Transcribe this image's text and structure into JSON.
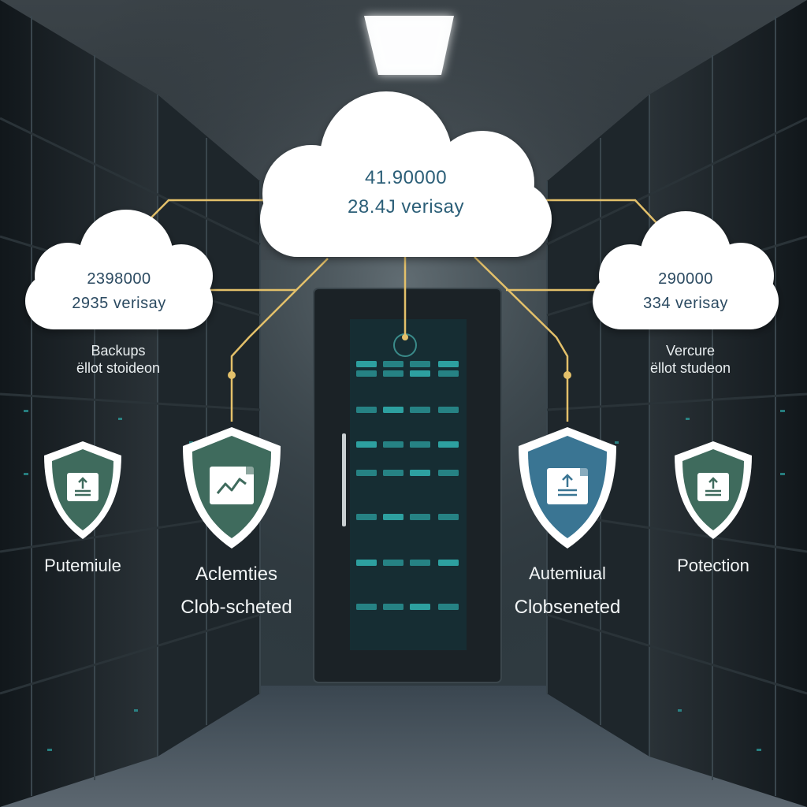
{
  "clouds": {
    "center": {
      "line1": "41.90000",
      "line2": "28.4J verisay"
    },
    "left": {
      "line1": "2398000",
      "line2": "2935 verisay"
    },
    "right": {
      "line1": "290000",
      "line2": "334 verisay"
    }
  },
  "side_captions": {
    "left": {
      "line1": "Backups",
      "line2": "ëllot stoideon"
    },
    "right": {
      "line1": "Vercure",
      "line2": "ëllot studeon"
    }
  },
  "shields": [
    {
      "label": "Putemiule",
      "icon": "upload-tray-icon",
      "color": "#3f6b5d"
    },
    {
      "label_line1": "Aclemties",
      "label_line2": "Clob-scheted",
      "icon": "trend-chart-icon",
      "color": "#3f6b5d"
    },
    {
      "label_line1": "Autemiual",
      "label_line2": "Clobseneted",
      "icon": "upload-tray-icon",
      "color": "#3a7593"
    },
    {
      "label": "Potection",
      "icon": "upload-tray-icon",
      "color": "#3f6b5d"
    }
  ],
  "colors": {
    "connector": "#e3c06a",
    "rack_led": "#2ea7a6",
    "cloud_fill": "#ffffff"
  }
}
